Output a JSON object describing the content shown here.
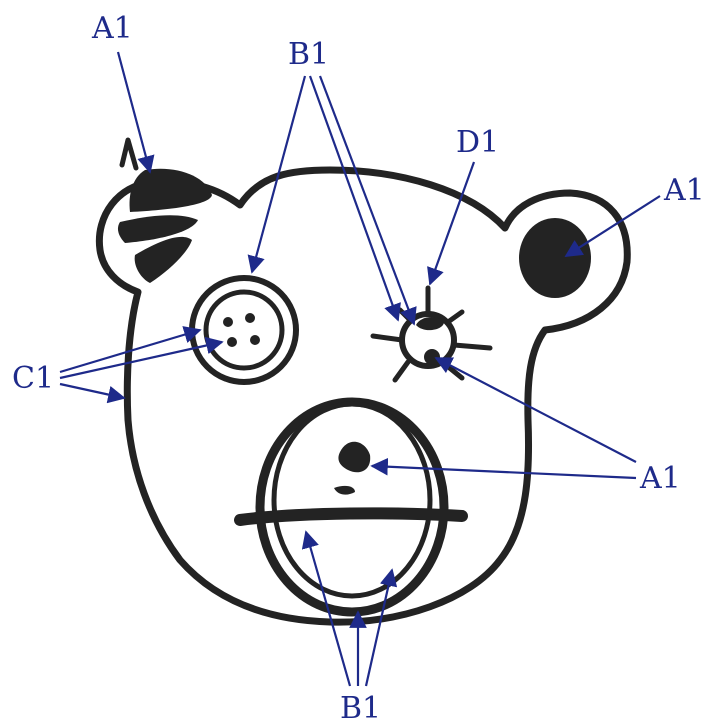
{
  "colors": {
    "label": "#1e2a8a",
    "thread": "#232323",
    "background": "#ffffff"
  },
  "labels": {
    "ear_left": "A1",
    "ear_right": "A1",
    "b_top": "B1",
    "d_top": "D1",
    "c_left": "C1",
    "a_right_bottom": "A1",
    "b_bottom": "B1"
  }
}
